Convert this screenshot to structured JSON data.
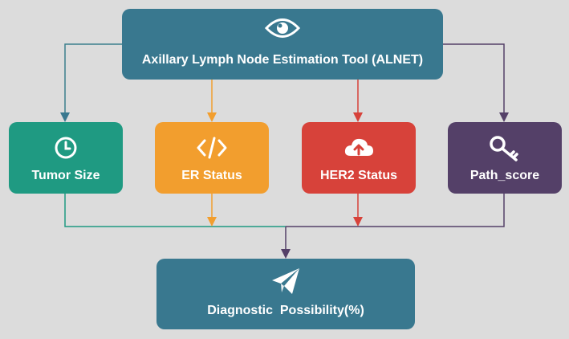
{
  "top": {
    "title": "Axillary Lymph Node Estimation Tool (ALNET)",
    "icon": "eye-icon",
    "color": "#39788f"
  },
  "inputs": [
    {
      "label": "Tumor Size",
      "icon": "clock-icon",
      "color": "#1f9a82"
    },
    {
      "label": "ER Status",
      "icon": "code-icon",
      "color": "#f29e2e"
    },
    {
      "label": "HER2 Status",
      "icon": "cloud-upload-icon",
      "color": "#d7423a"
    },
    {
      "label": "Path_score",
      "icon": "key-icon",
      "color": "#544068"
    }
  ],
  "output": {
    "label": "Diagnostic  Possibility(%)",
    "icon": "paper-plane-icon",
    "color": "#39788f"
  }
}
